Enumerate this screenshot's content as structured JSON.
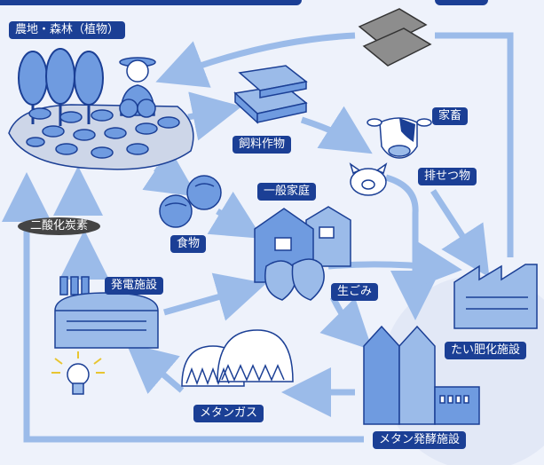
{
  "labels": {
    "farmland_forest": "農地・森林（植物）",
    "feed_crops": "飼料作物",
    "livestock": "家畜",
    "excreta": "排せつ物",
    "general_household": "一般家庭",
    "food": "食物",
    "co2": "二酸化炭素",
    "power_plant": "発電施設",
    "food_waste": "生ごみ",
    "composting_facility": "たい肥化施設",
    "methane_gas": "メタンガス",
    "methane_fermentation_facility": "メタン発酵施設"
  },
  "colors": {
    "dark_label": "#1b3f95",
    "arrow": "#9bbbe9",
    "icon_fill": "#6f9be0",
    "background": "#eef2fb",
    "gray_label": "#444444"
  }
}
